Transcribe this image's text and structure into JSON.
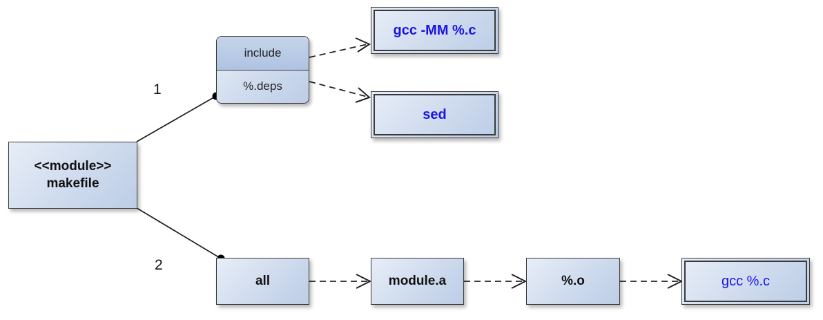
{
  "diagram": {
    "root": {
      "stereotype": "<<module>>",
      "name": "makefile"
    },
    "branch_labels": [
      "1",
      "2"
    ],
    "include_node": {
      "header": "include",
      "body": "%.deps"
    },
    "commands_top": [
      {
        "label": "gcc -MM %.c"
      },
      {
        "label": "sed"
      }
    ],
    "chain": [
      {
        "label": "all"
      },
      {
        "label": "module.a"
      },
      {
        "label": "%.o"
      }
    ],
    "command_bottom": {
      "label": "gcc %.c"
    },
    "colors": {
      "command_text": "#1a14e6",
      "node_fill": "#d3deef",
      "stroke": "#3a3a3a"
    },
    "edges": [
      {
        "from": "makefile",
        "to": "include",
        "style": "solid",
        "end": "filled-dot",
        "label": "1"
      },
      {
        "from": "makefile",
        "to": "all",
        "style": "solid",
        "end": "filled-dot",
        "label": "2"
      },
      {
        "from": "include",
        "to": "gcc -MM %.c",
        "style": "dashed",
        "end": "open-arrow"
      },
      {
        "from": "%.deps",
        "to": "sed",
        "style": "dashed",
        "end": "open-arrow"
      },
      {
        "from": "all",
        "to": "module.a",
        "style": "dashed",
        "end": "open-arrow"
      },
      {
        "from": "module.a",
        "to": "%.o",
        "style": "dashed",
        "end": "open-arrow"
      },
      {
        "from": "%.o",
        "to": "gcc %.c",
        "style": "dashed",
        "end": "open-arrow"
      }
    ]
  }
}
